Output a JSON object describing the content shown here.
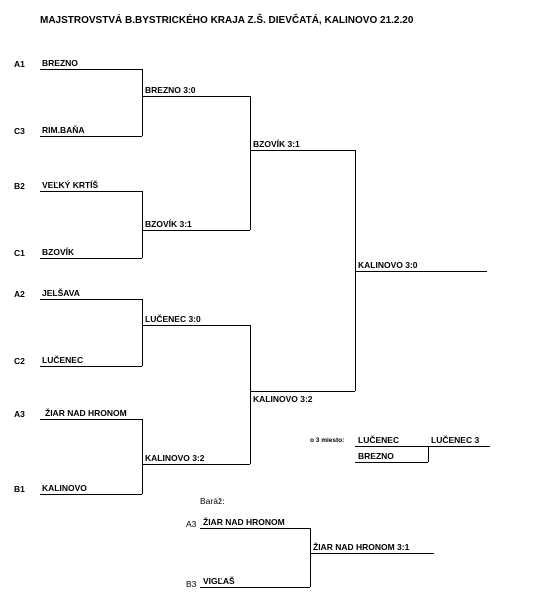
{
  "title": "MAJSTROVSTVÁ B.BYSTRICKÉHO KRAJA Z.Š. DIEVČATÁ, KALINOVO  21.2.20",
  "round1": [
    {
      "seed": "A1",
      "team": "BREZNO"
    },
    {
      "seed": "C3",
      "team": "RIM.BAŇA"
    },
    {
      "seed": "B2",
      "team": "VEĽKÝ KRTÍŠ"
    },
    {
      "seed": "C1",
      "team": "BZOVÍK"
    },
    {
      "seed": "A2",
      "team": "JELŠAVA"
    },
    {
      "seed": "C2",
      "team": "LUČENEC"
    },
    {
      "seed": "A3",
      "team": "ŽIAR NAD HRONOM"
    },
    {
      "seed": "B1",
      "team": "KALINOVO"
    }
  ],
  "round2": [
    "BREZNO 3:0",
    "BZOVÍK 3:1",
    "LUČENEC 3:0",
    "KALINOVO 3:2"
  ],
  "semis": [
    "BZOVÍK 3:1",
    "KALINOVO 3:2"
  ],
  "final": "KALINOVO 3:0",
  "third_place": {
    "label": "o 3 miesto:",
    "teams": [
      "LUČENEC",
      "BREZNO"
    ],
    "result": "LUČENEC 3"
  },
  "playoff": {
    "label": "Baráž:",
    "teams": [
      {
        "seed": "A3",
        "team": "ŽIAR NAD HRONOM"
      },
      {
        "seed": "B3",
        "team": "VIGĽAŠ"
      }
    ],
    "result": "ŽIAR NAD HRONOM 3:1"
  }
}
